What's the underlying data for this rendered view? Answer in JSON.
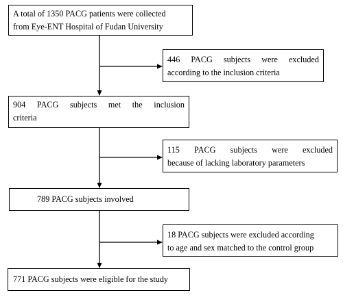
{
  "boxes": {
    "collected": {
      "line1": "A total of 1350 PACG patients were collected",
      "line2": "from Eye-ENT Hospital of Fudan University"
    },
    "excluded_inclusion": {
      "line1": "446 PACG subjects were excluded",
      "line2": "according to the inclusion criteria"
    },
    "met_inclusion": {
      "line1": "904 PACG subjects met the inclusion",
      "line2": "criteria"
    },
    "excluded_lab": {
      "line1": "115 PACG subjects were excluded",
      "line2": "because of lacking laboratory parameters"
    },
    "involved": {
      "line1": "789 PACG subjects involved"
    },
    "excluded_age_sex": {
      "line1": "18 PACG subjects were excluded according",
      "line2": "to age and sex matched to the control group"
    },
    "eligible": {
      "line1": "771 PACG subjects were eligible for the study"
    }
  }
}
